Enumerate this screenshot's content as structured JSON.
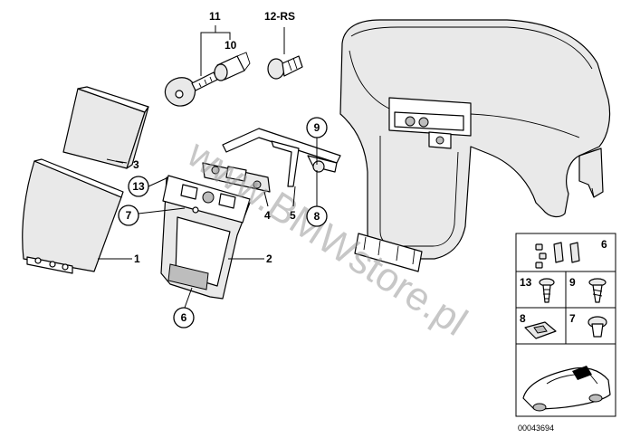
{
  "callouts": {
    "c11": "11",
    "c10": "10",
    "c12": "12-RS",
    "c3": "3",
    "c13": "13",
    "c7": "7",
    "c1": "1",
    "c2": "2",
    "c6": "6",
    "c4": "4",
    "c5": "5",
    "c9": "9",
    "c8": "8"
  },
  "legend": {
    "l6": "6",
    "l13": "13",
    "l9": "9",
    "l8": "8",
    "l7": "7"
  },
  "watermark": "www.BMWstore.pl",
  "diagram_id": "00043694"
}
